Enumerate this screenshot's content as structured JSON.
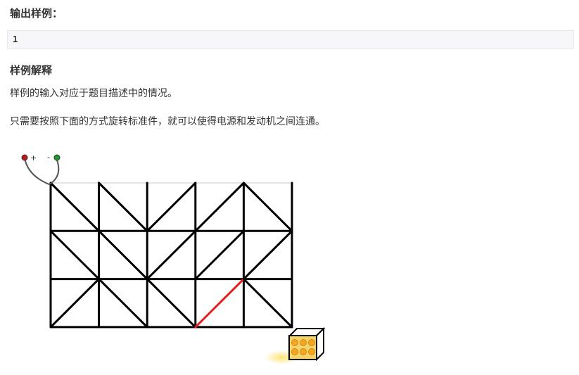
{
  "sample_output": {
    "heading": "输出样例：",
    "value": "1"
  },
  "explanation": {
    "heading": "样例解释",
    "line1": "样例的输入对应于题目描述中的情况。",
    "line2": "只需要按照下面的方式旋转标准件，就可以使得电源和发动机之间连通。"
  },
  "figure": {
    "plus_label": "+",
    "minus_label": "-",
    "colors": {
      "wire": "#000000",
      "active_wire": "#e02020",
      "grid": "#c8c8c8",
      "positive_terminal": "#c0141a",
      "negative_terminal": "#1e9a2a",
      "engine_light": "#f5a623"
    },
    "grid_rows": 3,
    "grid_cols": 5,
    "cells": [
      [
        "backslash",
        "backslash",
        "slash",
        "slash",
        "backslash"
      ],
      [
        "backslash",
        "backslash",
        "slash",
        "slash",
        "slash"
      ],
      [
        "slash",
        "backslash",
        "backslash",
        "slash",
        "backslash"
      ]
    ],
    "active_cell": {
      "row": 2,
      "col": 3
    }
  }
}
